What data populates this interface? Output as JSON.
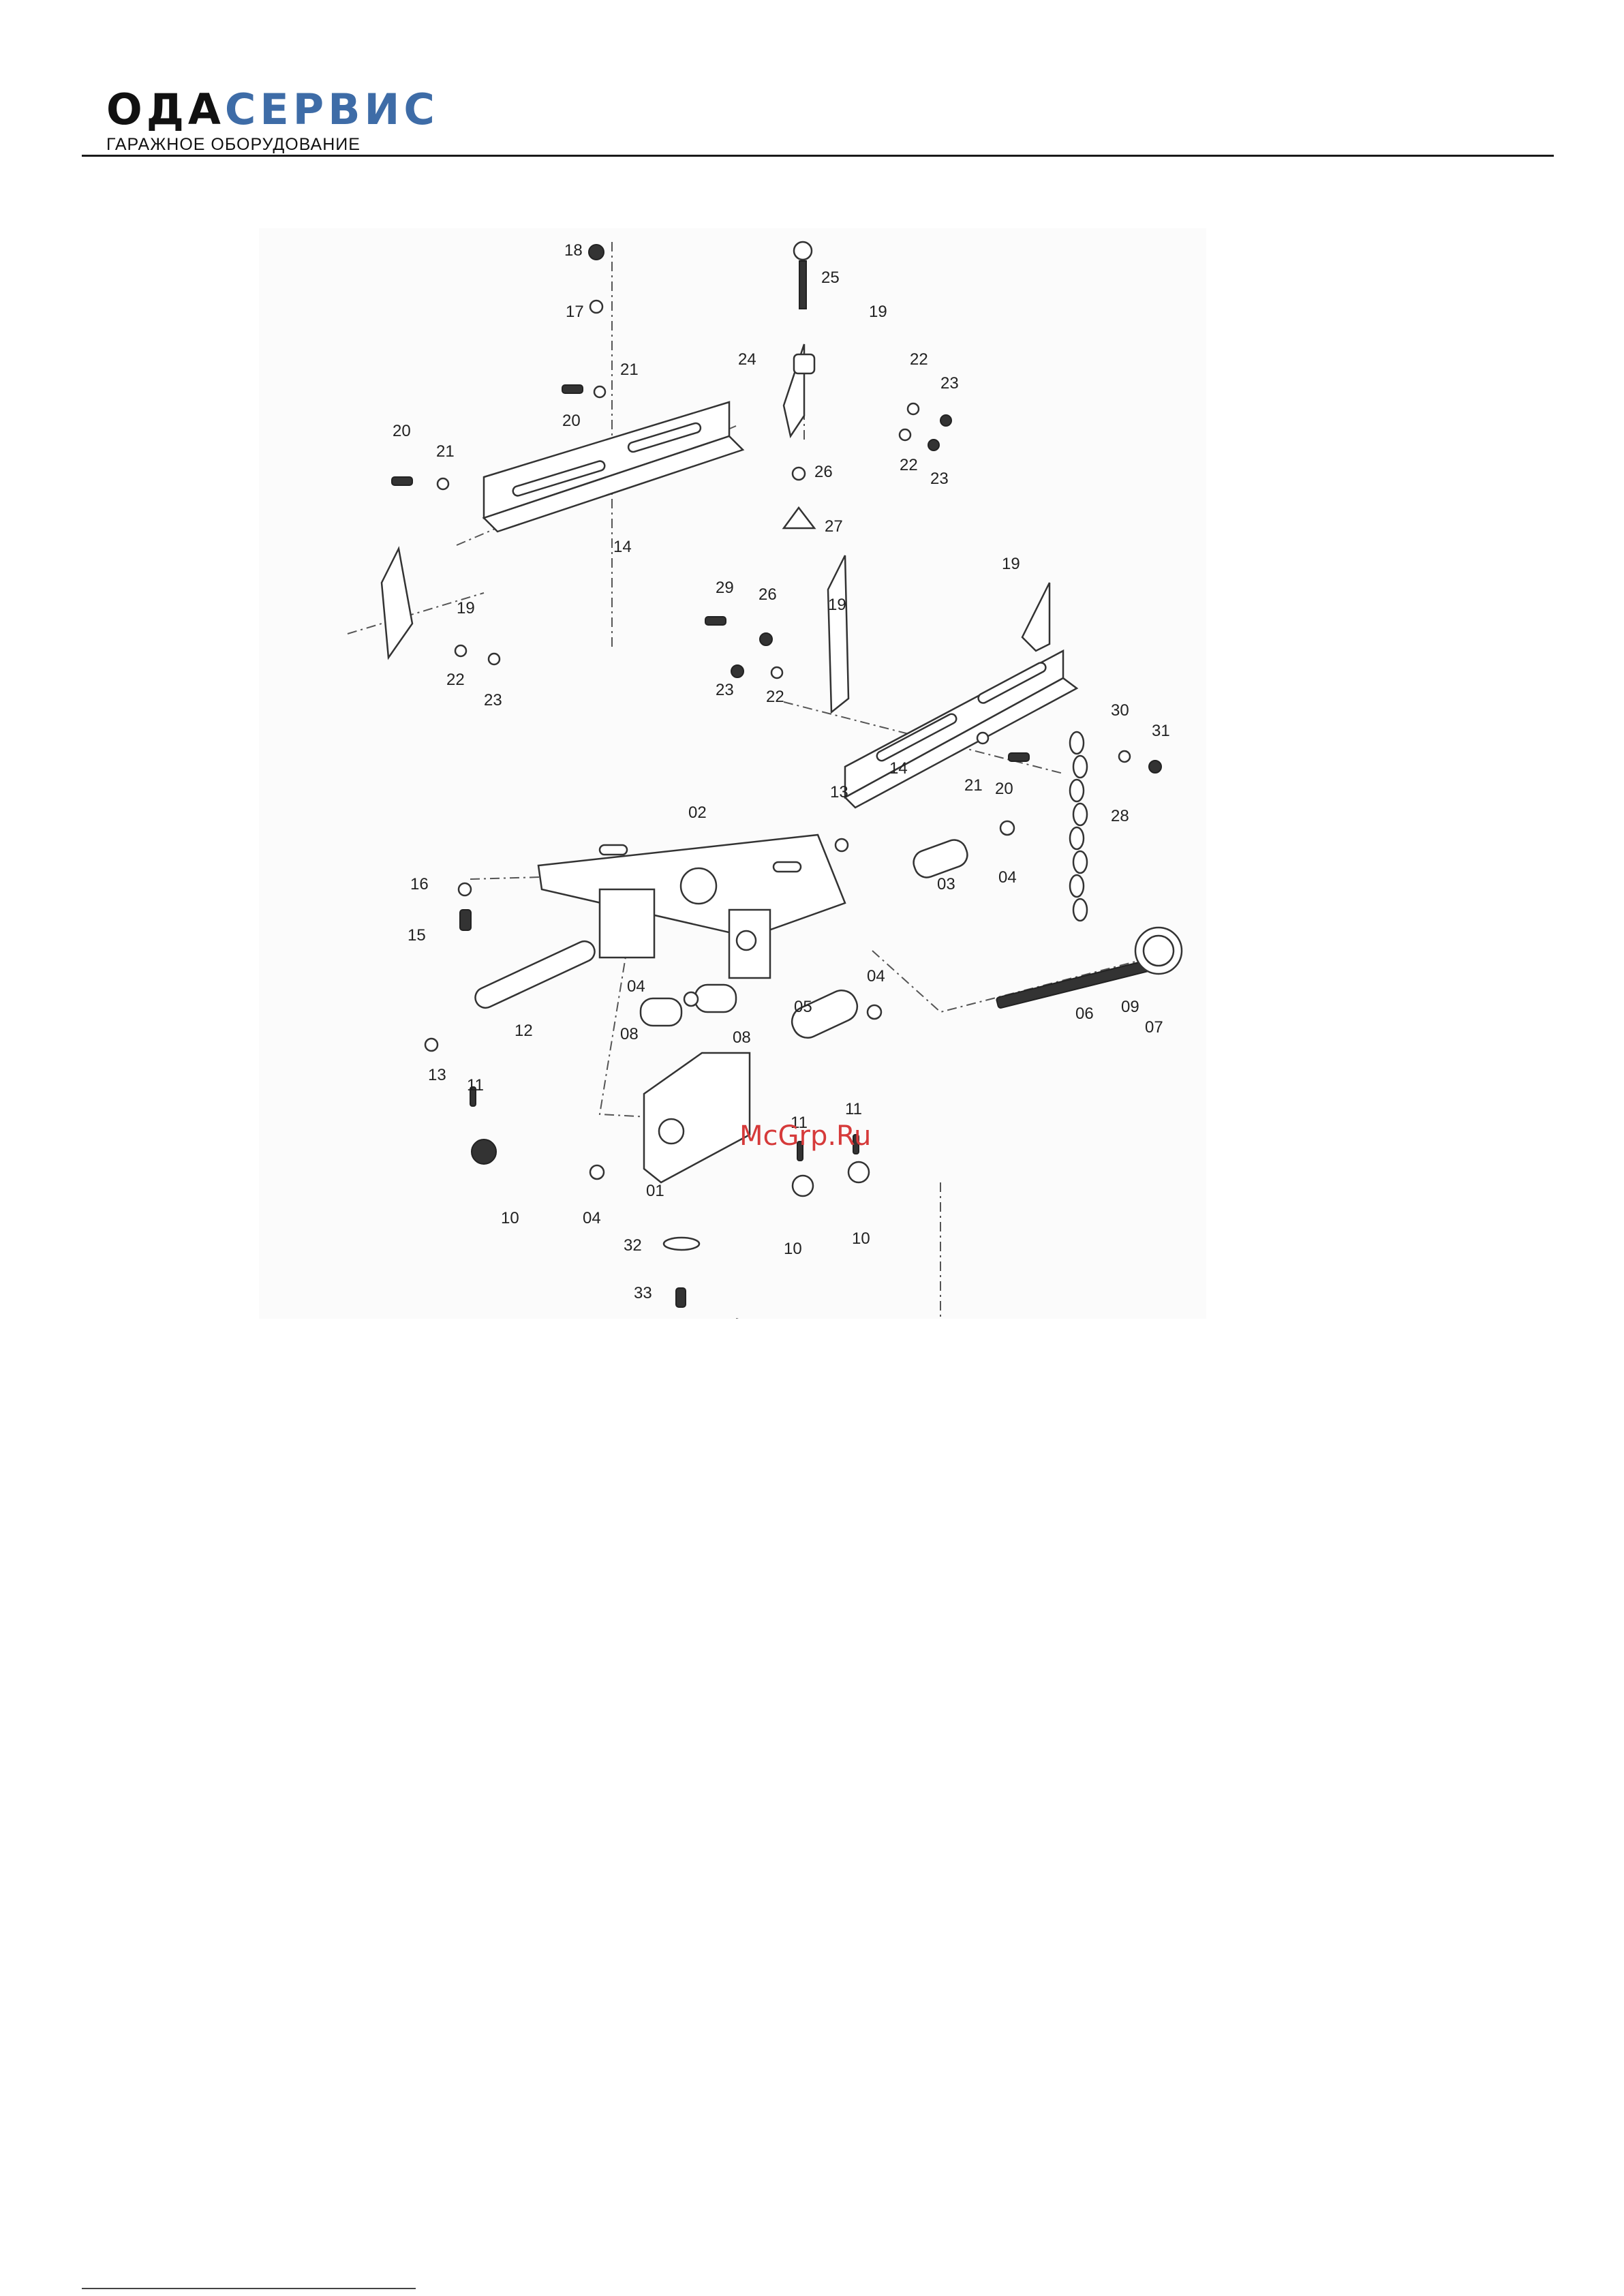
{
  "header": {
    "logo_part1": "ОДА",
    "logo_part2": "СЕРВИС",
    "tagline": "ГАРАЖНОЕ ОБОРУДОВАНИЕ",
    "colors": {
      "dark": "#111111",
      "accent": "#3e6ca7"
    }
  },
  "diagram": {
    "watermark": "McGrp.Ru",
    "labels": [
      "18",
      "17",
      "25",
      "19",
      "22",
      "23",
      "24",
      "21",
      "20",
      "20",
      "21",
      "22",
      "23",
      "26",
      "27",
      "14",
      "19",
      "22",
      "23",
      "19",
      "29",
      "26",
      "19",
      "23",
      "22",
      "14",
      "21",
      "20",
      "30",
      "31",
      "28",
      "02",
      "13",
      "16",
      "15",
      "03",
      "04",
      "04",
      "12",
      "05",
      "04",
      "13",
      "08",
      "08",
      "11",
      "11",
      "11",
      "10",
      "04",
      "01",
      "10",
      "10",
      "32",
      "33",
      "06",
      "09",
      "07"
    ]
  }
}
